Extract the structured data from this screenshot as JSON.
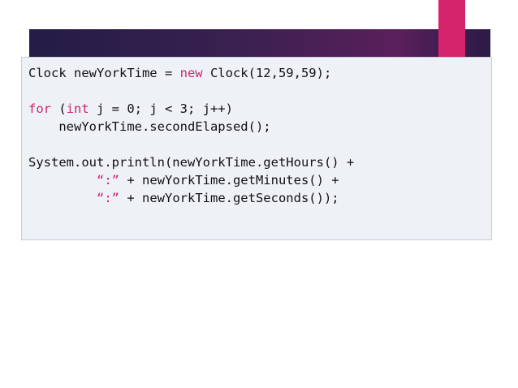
{
  "colors": {
    "keyword": "#d2246c",
    "accent": "#d6246c",
    "title_bar_start": "#231c46",
    "title_bar_end": "#5a1f5c",
    "code_background": "#eef1f6",
    "code_text": "#111111"
  },
  "code": {
    "line1": {
      "a": "Clock newYorkTime = ",
      "kw": "new",
      "b": " Clock(12,59,59);"
    },
    "line2": "",
    "line3": {
      "kw1": "for",
      "a": " (",
      "kw2": "int",
      "b": " j = 0; j < 3; j++)"
    },
    "line4": "    newYorkTime.secondElapsed();",
    "line5": "",
    "line6": "System.out.println(newYorkTime.getHours() +",
    "line7": {
      "indent": "         ",
      "str": "“:”",
      "rest": " + newYorkTime.getMinutes() +"
    },
    "line8": {
      "indent": "         ",
      "str": "“:”",
      "rest": " + newYorkTime.getSeconds());"
    }
  }
}
